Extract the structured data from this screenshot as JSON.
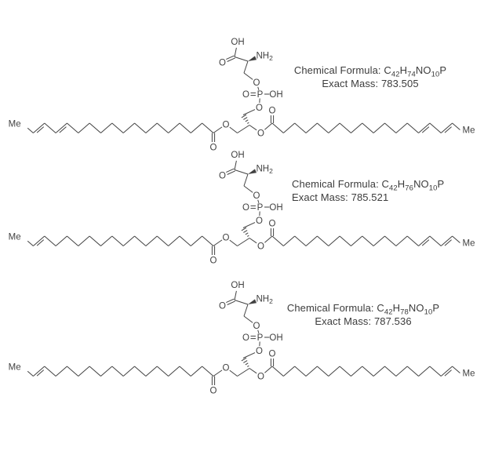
{
  "background_color": "#ffffff",
  "ink_color": "#424242",
  "atom_labels": {
    "hydroxyl": "OH",
    "oxygen": "O",
    "amine_base": "NH",
    "amine_subscript": "2",
    "phosphorus": "P",
    "methyl": "Me"
  },
  "molecules": [
    {
      "id": "structure-1",
      "formula_label": "Chemical Formula: ",
      "formula": {
        "c": "C",
        "c_n": "42",
        "h": "H",
        "h_n": "74",
        "no": "NO",
        "no_n": "10",
        "p": "P"
      },
      "mass_label": "Exact Mass: ",
      "exact_mass": "783.505",
      "left_chain": {
        "end_label": "Me",
        "double_bond_positions_from_methyl": [
          2,
          4
        ]
      },
      "right_chain": {
        "end_label": "Me",
        "double_bond_positions_from_methyl": [
          2,
          4
        ]
      }
    },
    {
      "id": "structure-2",
      "formula_label": "Chemical Formula: ",
      "formula": {
        "c": "C",
        "c_n": "42",
        "h": "H",
        "h_n": "76",
        "no": "NO",
        "no_n": "10",
        "p": "P"
      },
      "mass_label": "Exact Mass: ",
      "exact_mass": "785.521",
      "left_chain": {
        "end_label": "Me",
        "double_bond_positions_from_methyl": [
          2
        ]
      },
      "right_chain": {
        "end_label": "Me",
        "double_bond_positions_from_methyl": [
          2,
          4
        ]
      }
    },
    {
      "id": "structure-3",
      "formula_label": "Chemical Formula: ",
      "formula": {
        "c": "C",
        "c_n": "42",
        "h": "H",
        "h_n": "78",
        "no": "NO",
        "no_n": "10",
        "p": "P"
      },
      "mass_label": "Exact Mass: ",
      "exact_mass": "787.536",
      "left_chain": {
        "end_label": "Me",
        "double_bond_positions_from_methyl": [
          2
        ]
      },
      "right_chain": {
        "end_label": "Me",
        "double_bond_positions_from_methyl": [
          2
        ]
      }
    }
  ]
}
